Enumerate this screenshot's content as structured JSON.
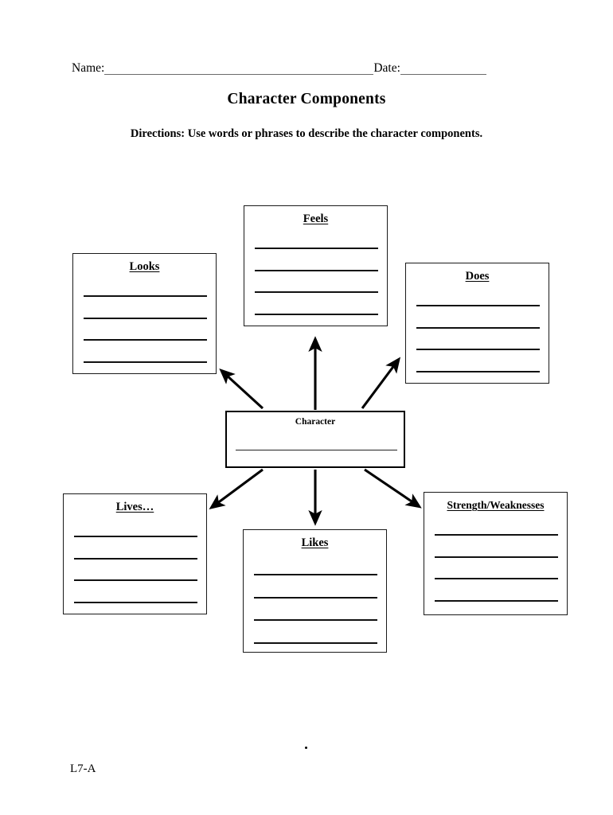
{
  "page": {
    "title": "Character Components",
    "directions": "Directions: Use words or phrases to describe the character components.",
    "footer_code": "L7-A"
  },
  "header": {
    "name_label": "Name:",
    "date_label": "Date:"
  },
  "center": {
    "label": "Character"
  },
  "boxes": [
    {
      "id": "looks",
      "title": "Looks",
      "lines": 4
    },
    {
      "id": "feels",
      "title": "Feels",
      "lines": 4
    },
    {
      "id": "does",
      "title": "Does",
      "lines": 4
    },
    {
      "id": "lives",
      "title": "Lives…",
      "lines": 4
    },
    {
      "id": "likes",
      "title": "Likes",
      "lines": 4
    },
    {
      "id": "strength",
      "title": "Strength/Weaknesses",
      "lines": 4
    }
  ],
  "arrows": [
    {
      "name": "arrow-to-looks",
      "direction": "up-left"
    },
    {
      "name": "arrow-to-feels",
      "direction": "up"
    },
    {
      "name": "arrow-to-does",
      "direction": "up-right"
    },
    {
      "name": "arrow-to-lives",
      "direction": "down-left"
    },
    {
      "name": "arrow-to-likes",
      "direction": "down"
    },
    {
      "name": "arrow-to-strength",
      "direction": "down-right"
    }
  ],
  "colors": {
    "ink": "#000000",
    "box_border": "#1a1a1a",
    "rule": "#6b6b6b",
    "paper": "#ffffff"
  }
}
